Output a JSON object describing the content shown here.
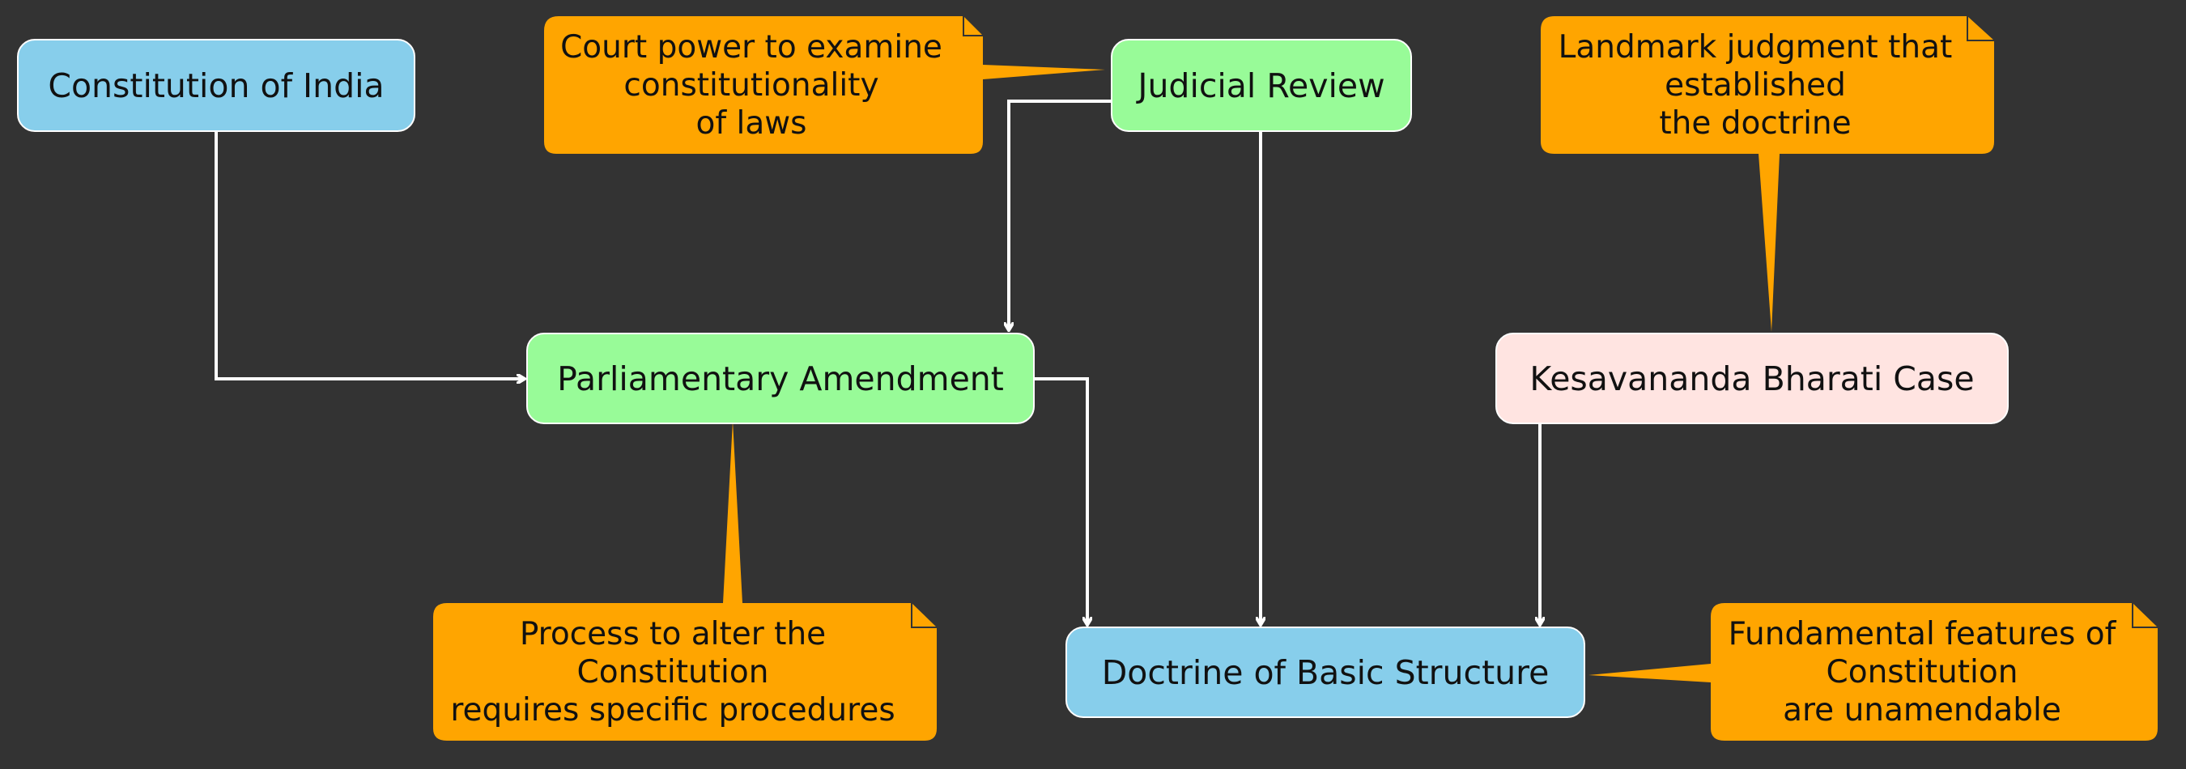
{
  "colors": {
    "background": "#333333",
    "edge": "#ffffff",
    "note": "#ffa500",
    "node_blue": "#87ceeb",
    "node_green": "#98fb98",
    "node_pink": "#ffe4e1"
  },
  "nodes": {
    "constitution": {
      "label": "Constitution of India"
    },
    "judicial_review": {
      "label": "Judicial Review"
    },
    "parliamentary_amendment": {
      "label": "Parliamentary Amendment"
    },
    "kesavananda": {
      "label": "Kesavananda Bharati Case"
    },
    "basic_structure": {
      "label": "Doctrine of Basic Structure"
    }
  },
  "notes": {
    "judicial_review": {
      "text": "Court power to examine\nconstitutionality\nof laws"
    },
    "kesavananda": {
      "text": "Landmark judgment that\nestablished\nthe doctrine"
    },
    "amendment": {
      "text": "Process to alter the\nConstitution\nrequires specific procedures"
    },
    "basic_structure": {
      "text": "Fundamental features of\nConstitution\nare unamendable"
    }
  }
}
